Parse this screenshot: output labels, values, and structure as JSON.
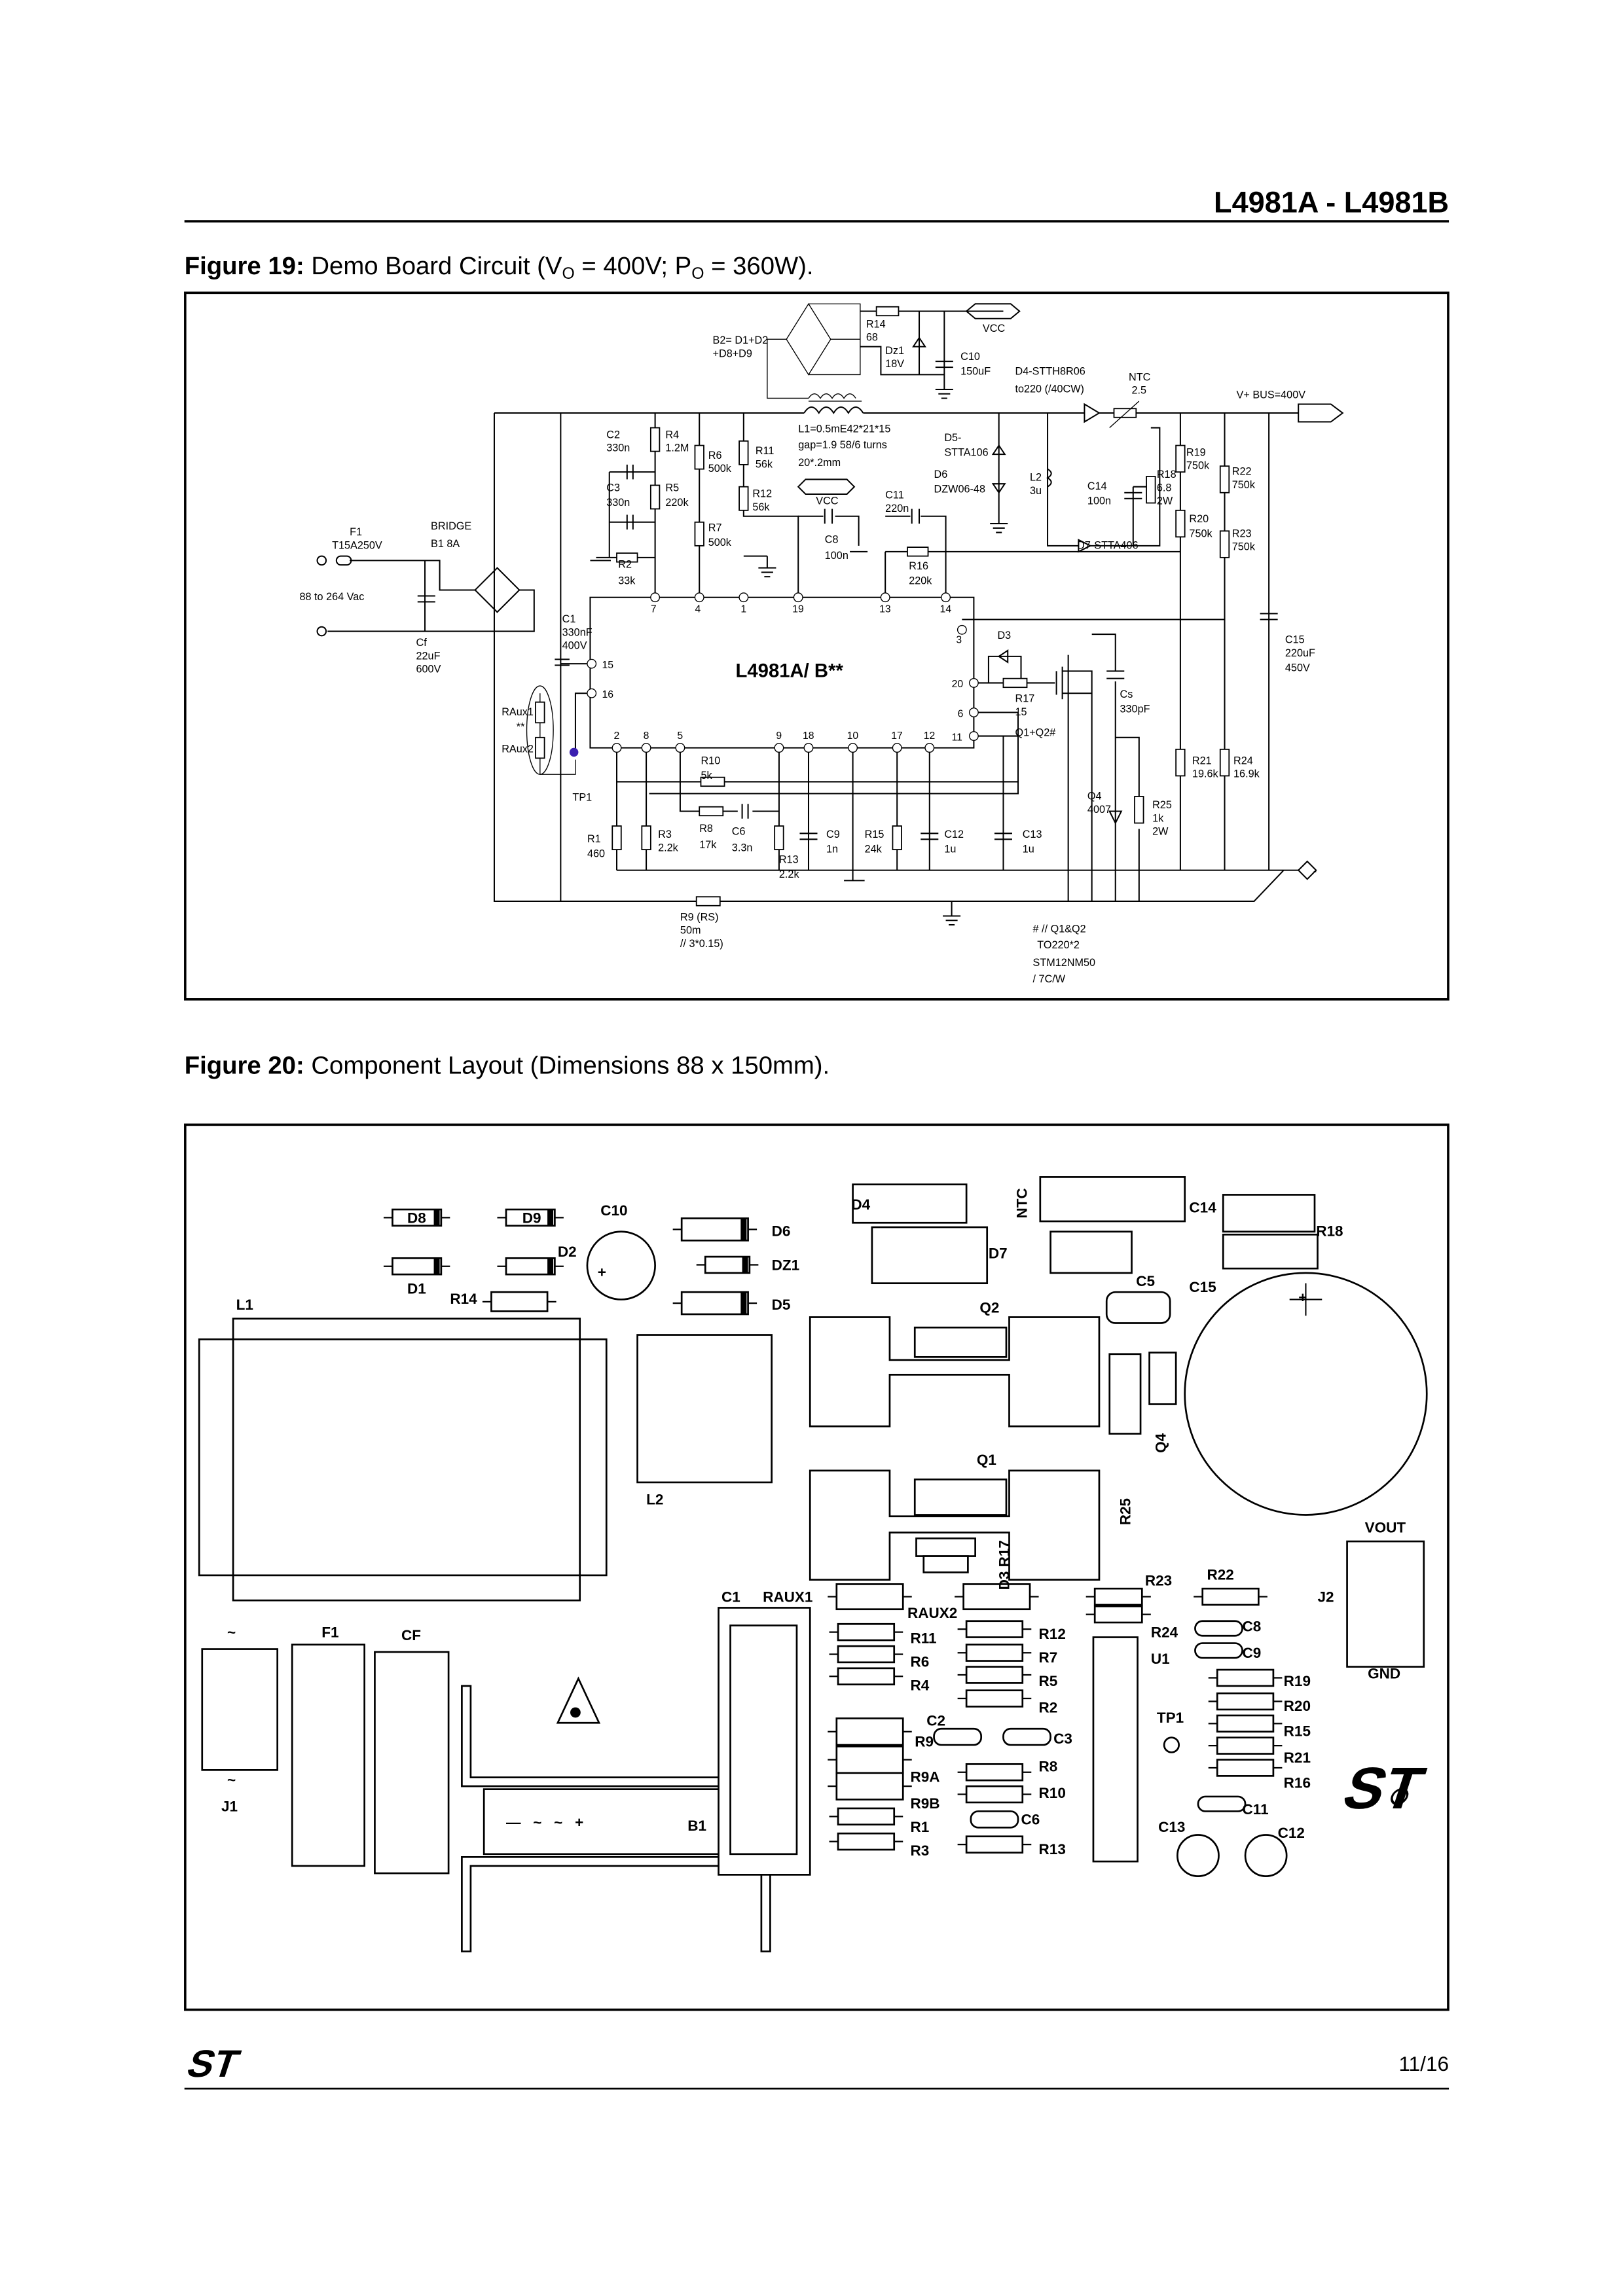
{
  "header": {
    "title": "L4981A - L4981B"
  },
  "figure19": {
    "caption_label": "Figure 19:",
    "caption_text": " Demo Board Circuit (V",
    "sub_o1": "O",
    "caption_mid": " = 400V; P",
    "sub_o2": "O",
    "caption_end": " = 360W).",
    "ic_label": "L4981A/ B**",
    "labels": [
      "B2= D1+D2",
      "+D8+D9",
      "R14",
      "68",
      "Dz1",
      "18V",
      "VCC",
      "C10",
      "150uF",
      "D4-STTH8R06",
      "to220 (/40CW)",
      "NTC",
      "2.5",
      "V+ BUS=400V",
      "L1=0.5mE42*21*15",
      "gap=1.9 58/6 turns",
      "20*.2mm",
      "C2",
      "330n",
      "R4",
      "1.2M",
      "R6",
      "500k",
      "R11",
      "56k",
      "D5-",
      "STTA106",
      "C3",
      "330n",
      "R5",
      "220k",
      "R12",
      "56k",
      "VCC",
      "D6",
      "DZW06-48",
      "L2",
      "3u",
      "C14",
      "100n",
      "R18",
      "6.8",
      "2W",
      "R19",
      "750k",
      "R22",
      "750k",
      "C11",
      "220n",
      "R7",
      "500k",
      "R20",
      "750k",
      "R23",
      "750k",
      "C8",
      "100n",
      "D7-STTA406",
      "R16",
      "220k",
      "F1",
      "T15A250V",
      "BRIDGE",
      "B1 8A",
      "R2",
      "33k",
      "88 to 264 Vac",
      "C1",
      "330nF",
      "400V",
      "Cf",
      "22uF",
      "600V",
      "C15",
      "220uF",
      "450V",
      "D3",
      "R17",
      "15",
      "Cs",
      "330pF",
      "Q1+Q2#",
      "RAux1",
      "RAux2",
      "R10",
      "5k",
      "R21",
      "19.6k",
      "R24",
      "16.9k",
      "Q4",
      "4007",
      "R25",
      "1k",
      "2W",
      "TP1",
      "R1",
      "460",
      "R3",
      "2.2k",
      "R8",
      "17k",
      "C6",
      "3.3n",
      "C9",
      "1n",
      "R15",
      "24k",
      "C12",
      "1u",
      "C13",
      "1u",
      "R13",
      "2.2k",
      "R9 (RS)",
      "50m",
      "// 3*0.15)",
      "# // Q1&Q2",
      "TO220*2",
      "STM12NM50",
      "/ 7C/W",
      "-",
      "**"
    ],
    "pins": [
      "7",
      "4",
      "1",
      "19",
      "13",
      "14",
      "3",
      "20",
      "6",
      "11",
      "15",
      "16",
      "2",
      "8",
      "5",
      "9",
      "18",
      "10",
      "17",
      "12"
    ]
  },
  "figure20": {
    "caption_label": "Figure 20:",
    "caption_text": " Component Layout (Dimensions 88 x 150mm).",
    "labels": [
      "D8",
      "D9",
      "C10",
      "D2",
      "D1",
      "R14",
      "D6",
      "DZ1",
      "D5",
      "L1",
      "D4",
      "D7",
      "NTC",
      "C14",
      "R18",
      "C5",
      "C15",
      "Q2",
      "L2",
      "Q1",
      "Q4",
      "R25",
      "D3 R17",
      "VOUT",
      "J2",
      "GND",
      "C1",
      "RAUX1",
      "RAUX2",
      "R11",
      "R6",
      "R4",
      "R9",
      "R9A",
      "R9B",
      "R1",
      "R3",
      "C2",
      "C3",
      "R12",
      "R7",
      "R5",
      "R2",
      "R8",
      "R10",
      "C6",
      "R13",
      "R23",
      "R24",
      "U1",
      "R22",
      "C8",
      "C9",
      "R19",
      "R20",
      "R15",
      "R21",
      "R16",
      "C11",
      "TP1",
      "C13",
      "C12",
      "F1",
      "CF",
      "J1",
      "B1",
      "~",
      "~",
      "+",
      "+",
      "—   ~   ~   +"
    ]
  },
  "footer": {
    "page": "11/16",
    "logo": "ST"
  },
  "colors": {
    "ink": "#000000",
    "testpoint": "#3a1fb0"
  }
}
